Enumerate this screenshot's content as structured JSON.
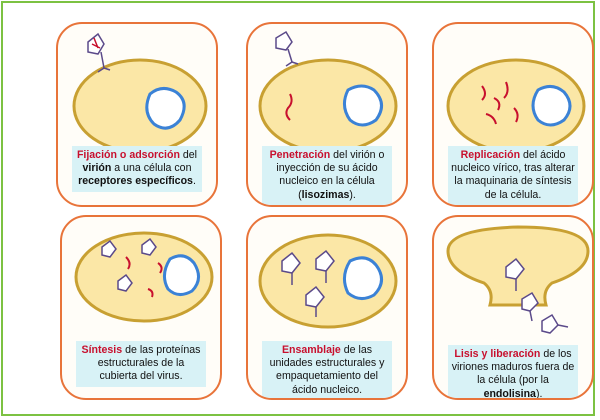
{
  "colors": {
    "frame": "#7cc242",
    "card_border": "#e8743a",
    "caption_bg": "#d8f2f6",
    "keyword": "#c8102e",
    "cell_fill": "#fbe7a6",
    "cell_border": "#c8a032",
    "nucleus": "#3b82d6"
  },
  "steps": [
    {
      "keyword": "Fijación o adsorción",
      "text": [
        " del ",
        "virión",
        " a una célula con ",
        "receptores específicos",
        "."
      ]
    },
    {
      "keyword": "Penetración",
      "text": [
        " del virión o inyección de su ácido nucleico en la célula (",
        "lisozimas",
        ")."
      ]
    },
    {
      "keyword": "Replicación",
      "text": [
        " del ácido nucleico vírico, tras alterar la maquinaria de síntesis de la célula."
      ]
    },
    {
      "keyword": "Síntesis",
      "text": [
        " de las proteínas estructurales de la cubierta del virus."
      ]
    },
    {
      "keyword": "Ensamblaje",
      "text": [
        " de las unidades estructurales y empaquetamiento del ácido nucleico."
      ]
    },
    {
      "keyword": "Lisis y liberación",
      "text": [
        " de los viriones maduros fuera de la célula (por la ",
        "endolisina",
        ")."
      ]
    }
  ]
}
